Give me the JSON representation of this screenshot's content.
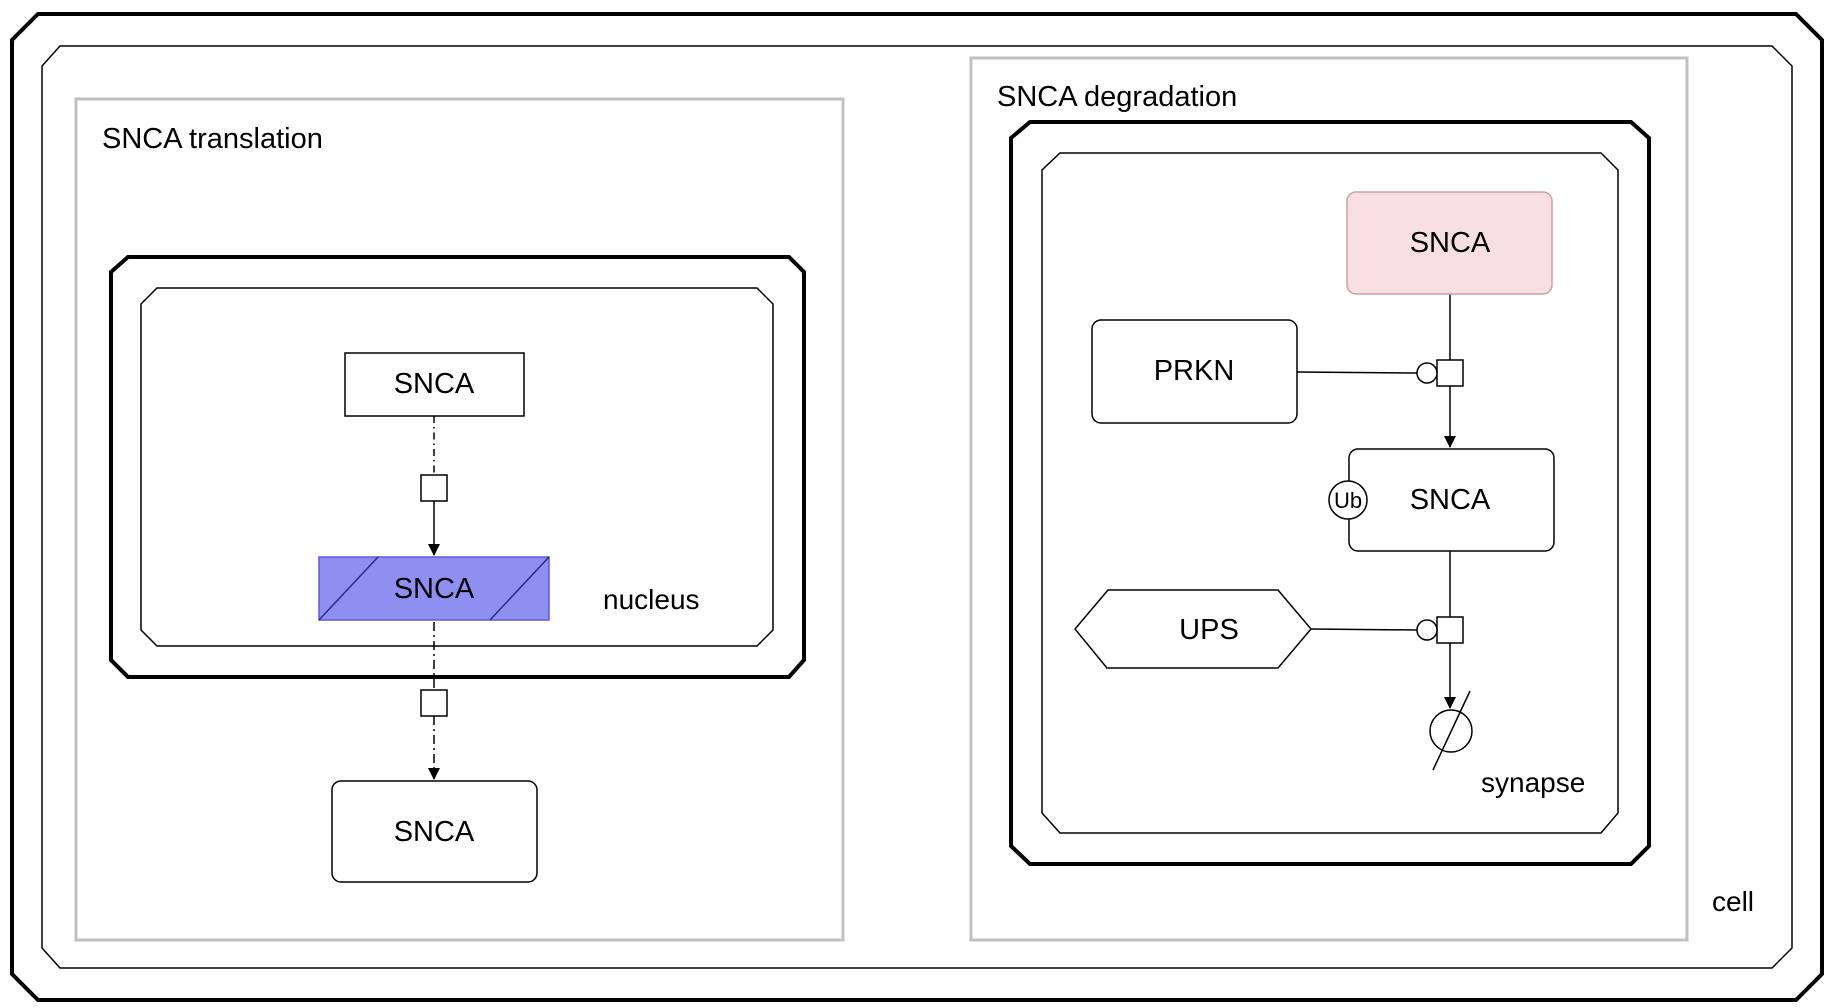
{
  "compartments": {
    "cell": "cell",
    "nucleus": "nucleus",
    "synapse": "synapse"
  },
  "submaps": {
    "translation": "SNCA translation",
    "degradation": "SNCA degradation"
  },
  "translation": {
    "gene": "SNCA",
    "rna": "SNCA",
    "protein": "SNCA"
  },
  "degradation": {
    "snca_source": "SNCA",
    "prkn": "PRKN",
    "snca_ub": "SNCA",
    "ub_state": "Ub",
    "ups": "UPS"
  },
  "colors": {
    "rna_fill": "#8f8ff2",
    "rna_stroke": "#5a5ad8",
    "highlight_fill": "#f8e0e2",
    "highlight_stroke": "#c9a0a4",
    "submap_border": "#c0c0c0"
  }
}
